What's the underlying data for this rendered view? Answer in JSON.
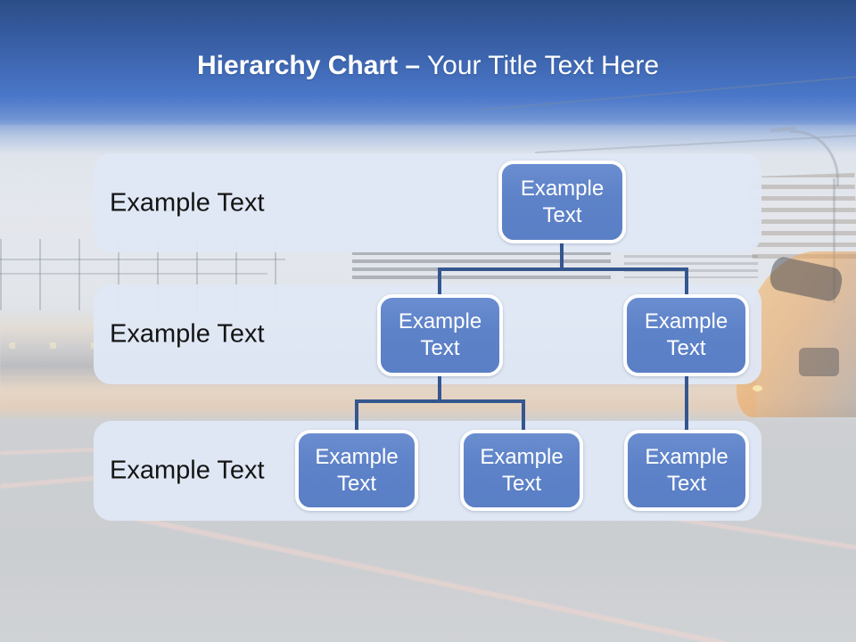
{
  "title": {
    "bold": "Hierarchy Chart –",
    "regular": "Your Title Text Here"
  },
  "rows": [
    {
      "label": "Example Text"
    },
    {
      "label": "Example Text"
    },
    {
      "label": "Example Text"
    }
  ],
  "nodes": [
    {
      "id": "root",
      "level": 1,
      "line1": "Example",
      "line2": "Text"
    },
    {
      "id": "level2-left",
      "level": 2,
      "line1": "Example",
      "line2": "Text"
    },
    {
      "id": "level2-right",
      "level": 2,
      "line1": "Example",
      "line2": "Text"
    },
    {
      "id": "level3-left",
      "level": 3,
      "line1": "Example",
      "line2": "Text"
    },
    {
      "id": "level3-middle",
      "level": 3,
      "line1": "Example",
      "line2": "Text"
    },
    {
      "id": "level3-right",
      "level": 3,
      "line1": "Example",
      "line2": "Text"
    }
  ],
  "colors": {
    "header_gradient_top": "#2d4f88",
    "header_gradient_mid": "#4a77c9",
    "row_band": "#dfe8f6",
    "node_fill": "#5d82c8",
    "node_border": "#fdfdfe",
    "node_text": "#ffffff",
    "connector": "#35568e",
    "row_label_text": "#141414",
    "title_text": "#ffffff"
  }
}
